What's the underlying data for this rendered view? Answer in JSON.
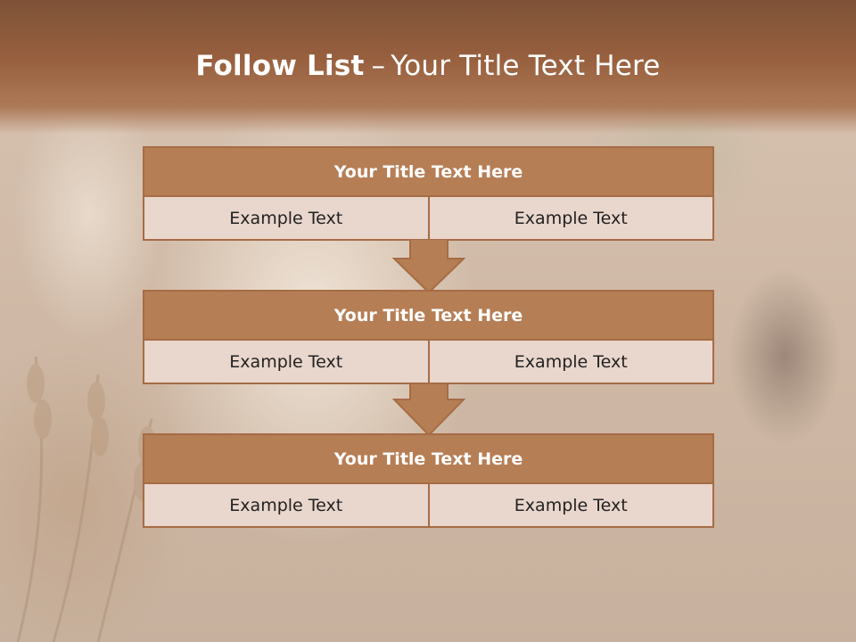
{
  "header": {
    "title_bold": "Follow List",
    "title_dash": "–",
    "title_rest": "Your Title Text Here"
  },
  "steps": [
    {
      "title": "Your Title Text Here",
      "cells": [
        "Example Text",
        "Example Text"
      ]
    },
    {
      "title": "Your Title Text Here",
      "cells": [
        "Example Text",
        "Example Text"
      ]
    },
    {
      "title": "Your Title Text Here",
      "cells": [
        "Example Text",
        "Example Text"
      ]
    }
  ],
  "colors": {
    "header": "#98603f",
    "box_title_fill": "#b67e55",
    "box_border": "#a66c45",
    "box_cell_fill": "#e9d6cc",
    "arrow_fill": "#b67e55"
  }
}
